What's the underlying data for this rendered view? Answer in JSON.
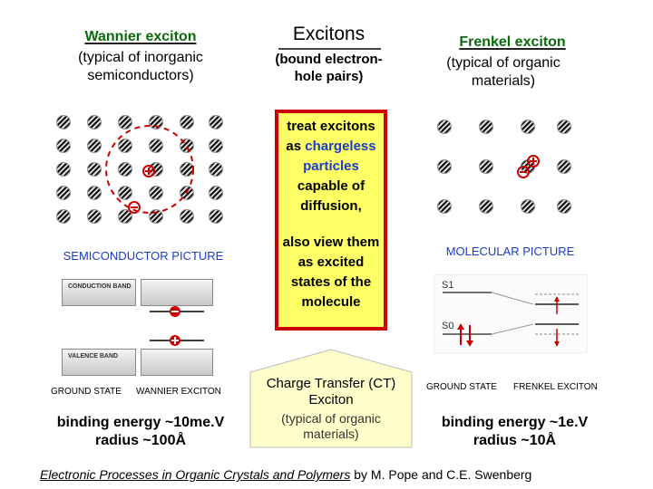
{
  "left": {
    "title": "Wannier exciton",
    "subtitle": "(typical of inorganic semiconductors)",
    "picture_label": "SEMICONDUCTOR PICTURE",
    "band_conduction": "CONDUCTION BAND",
    "band_valence": "VALENCE BAND",
    "ground_state": "GROUND STATE",
    "excited_state": "WANNIER EXCITON",
    "binding_energy": "binding energy ~10me.V",
    "radius": "radius ~100Å"
  },
  "center": {
    "title": "Excitons",
    "subtitle": "(bound electron-hole pairs)",
    "para1_a": "treat excitons as",
    "para1_b": "chargeless particles",
    "para1_c": "capable of diffusion,",
    "para2": "also view them as excited states of the molecule",
    "ct_title": "Charge Transfer (CT) Exciton",
    "ct_sub": "(typical of organic materials)"
  },
  "right": {
    "title": "Frenkel exciton",
    "subtitle": "(typical of organic materials)",
    "picture_label": "MOLECULAR PICTURE",
    "s1": "S1",
    "s0": "S0",
    "ground_state": "GROUND STATE",
    "excited_state": "FRENKEL EXCITON",
    "binding_energy": "binding energy ~1e.V",
    "radius": "radius ~10Å"
  },
  "footer": {
    "italic_ref": "Electronic Processes in Organic Crystals and Polymers",
    "authors": "by M. Pope and C.E. Swenberg"
  },
  "colors": {
    "title_green": "#0a6b0a",
    "box_yellow": "#ffff66",
    "box_border_red": "#cc0000",
    "accent_blue": "#1a3cc8",
    "charge_red": "#cc0000"
  }
}
